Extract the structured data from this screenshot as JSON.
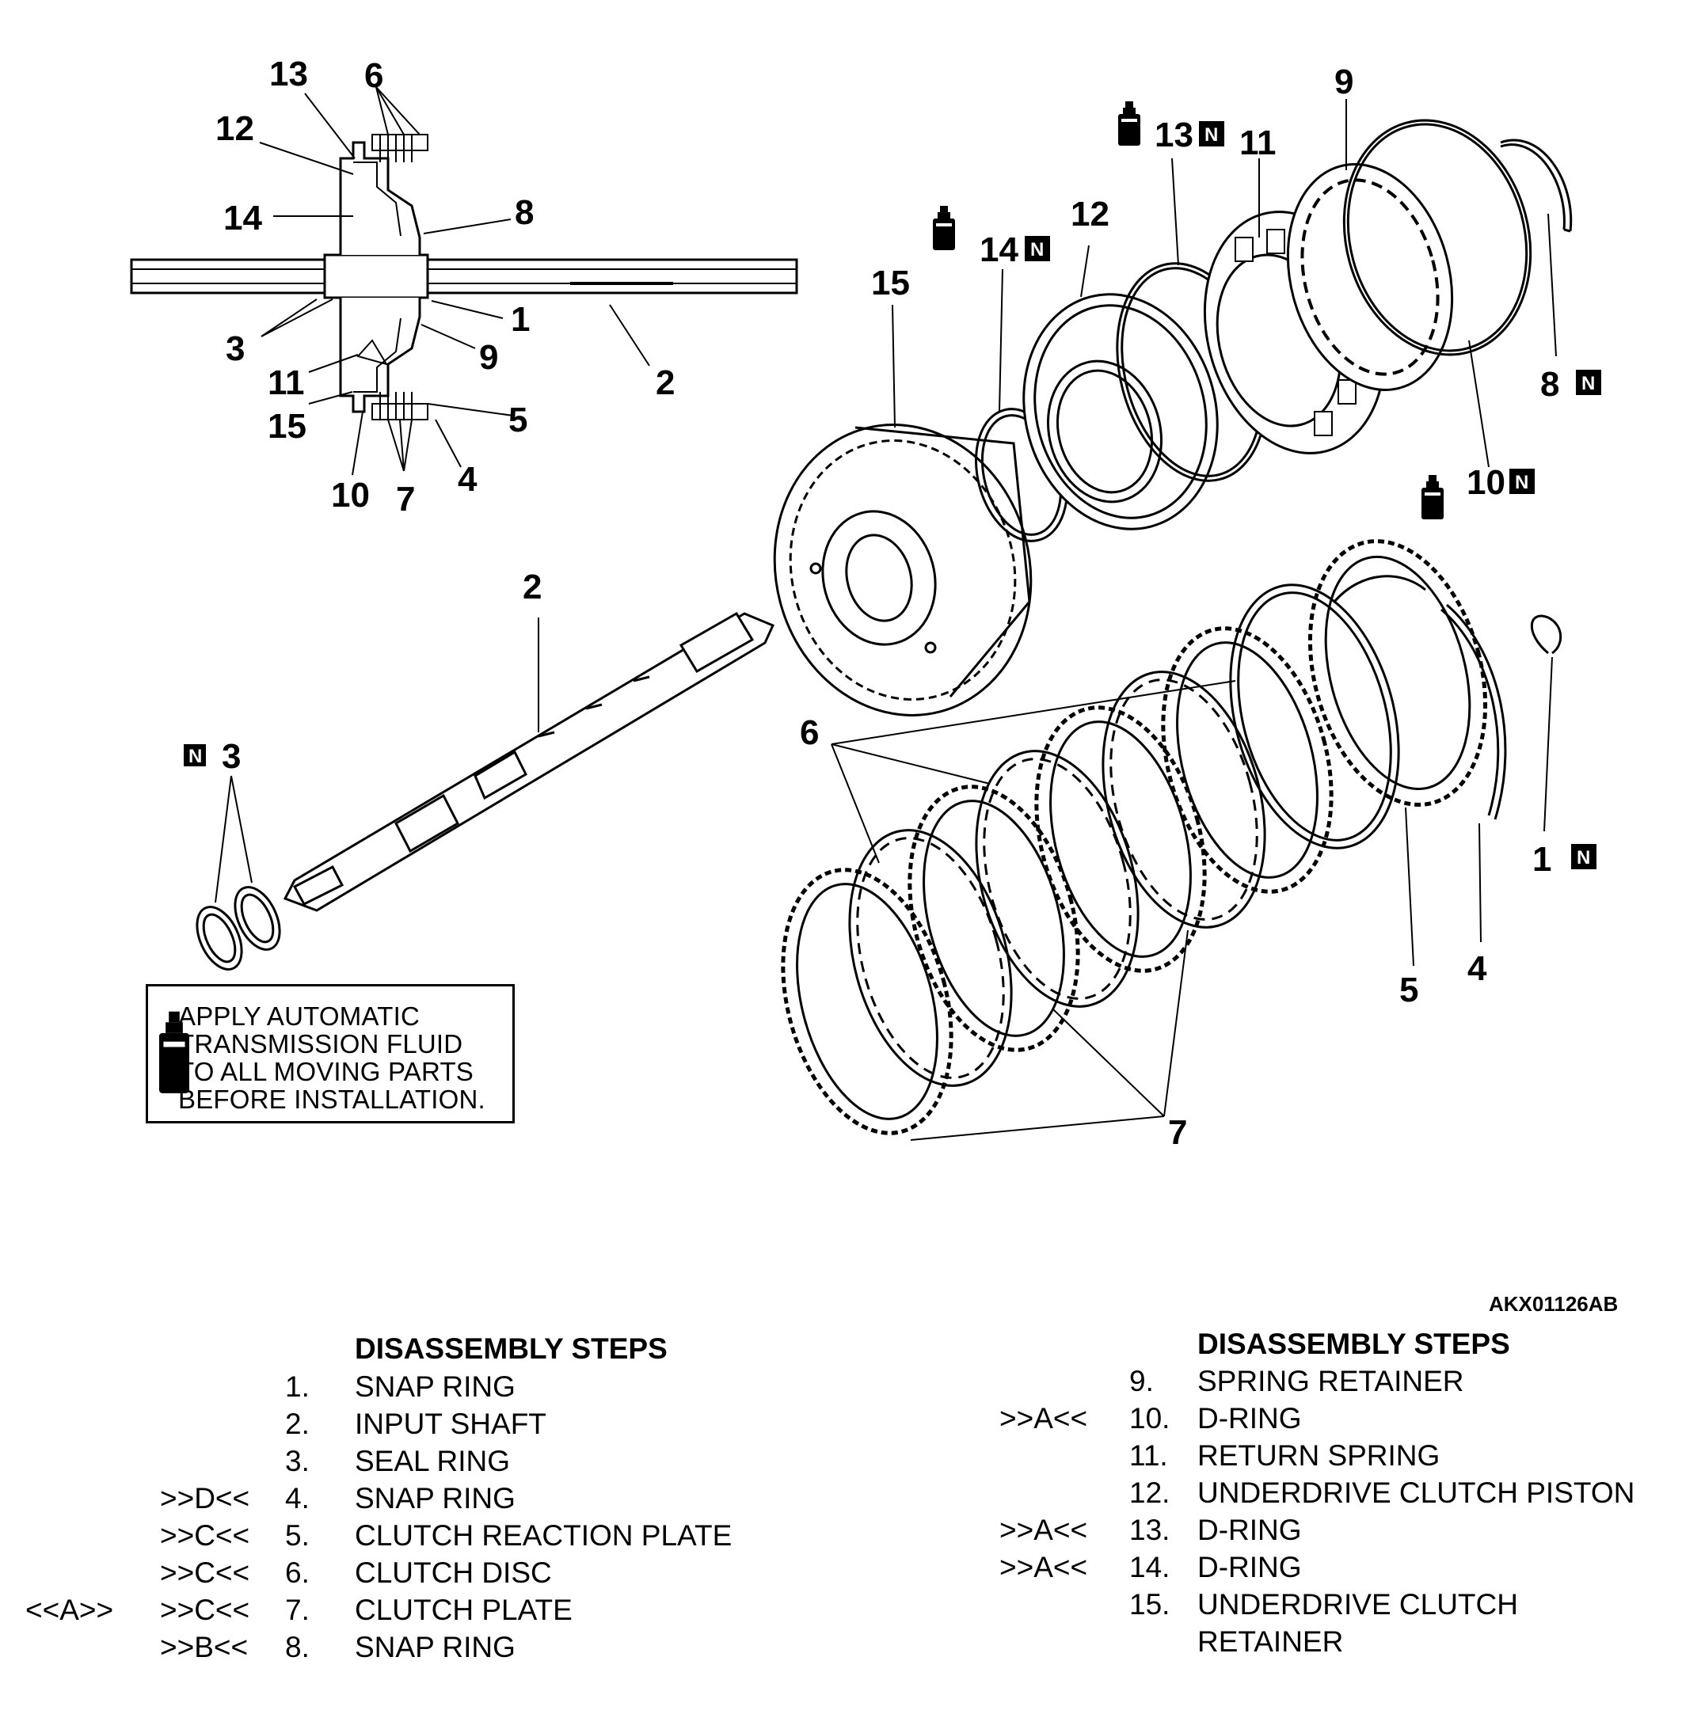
{
  "callouts": {
    "top_13": "13",
    "top_6": "6",
    "top_12": "12",
    "top_14": "14",
    "top_8": "8",
    "top_3": "3",
    "top_1": "1",
    "top_2": "2",
    "top_9": "9",
    "top_11": "11",
    "top_15": "15",
    "top_5": "5",
    "top_4": "4",
    "top_10": "10",
    "top_7": "7",
    "ex_9": "9",
    "ex_13": "13",
    "ex_11": "11",
    "ex_12": "12",
    "ex_14": "14",
    "ex_15": "15",
    "ex_8": "8",
    "ex_10": "10",
    "ex_2": "2",
    "ex_3": "3",
    "ex_6": "6",
    "ex_1": "1",
    "ex_4": "4",
    "ex_5": "5",
    "ex_7": "7",
    "new_part_badge": "N"
  },
  "icons": {
    "fluid": "fluid-bottle-icon"
  },
  "note": {
    "lines": [
      "APPLY AUTOMATIC",
      "TRANSMISSION FLUID",
      "TO ALL MOVING PARTS",
      "BEFORE INSTALLATION."
    ]
  },
  "figure_code": "AKX01126AB",
  "steps_left": {
    "title": "DISASSEMBLY STEPS",
    "rows": [
      {
        "pre": "",
        "mark": "",
        "num": "1.",
        "label": "SNAP RING"
      },
      {
        "pre": "",
        "mark": "",
        "num": "2.",
        "label": "INPUT SHAFT"
      },
      {
        "pre": "",
        "mark": "",
        "num": "3.",
        "label": "SEAL RING"
      },
      {
        "pre": "",
        "mark": ">>D<<",
        "num": "4.",
        "label": "SNAP RING"
      },
      {
        "pre": "",
        "mark": ">>C<<",
        "num": "5.",
        "label": "CLUTCH REACTION PLATE"
      },
      {
        "pre": "",
        "mark": ">>C<<",
        "num": "6.",
        "label": "CLUTCH DISC"
      },
      {
        "pre": "<<A>>",
        "mark": ">>C<<",
        "num": "7.",
        "label": "CLUTCH PLATE"
      },
      {
        "pre": "",
        "mark": ">>B<<",
        "num": "8.",
        "label": "SNAP RING"
      }
    ]
  },
  "steps_right": {
    "title": "DISASSEMBLY STEPS",
    "rows": [
      {
        "mark": "",
        "num": "9.",
        "label": "SPRING RETAINER"
      },
      {
        "mark": ">>A<<",
        "num": "10.",
        "label": "D-RING"
      },
      {
        "mark": "",
        "num": "11.",
        "label": "RETURN SPRING"
      },
      {
        "mark": "",
        "num": "12.",
        "label": "UNDERDRIVE CLUTCH PISTON"
      },
      {
        "mark": ">>A<<",
        "num": "13.",
        "label": "D-RING"
      },
      {
        "mark": ">>A<<",
        "num": "14.",
        "label": "D-RING"
      },
      {
        "mark": "",
        "num": "15.",
        "label": "UNDERDRIVE CLUTCH"
      },
      {
        "mark": "",
        "num": "",
        "label": "RETAINER"
      }
    ]
  }
}
